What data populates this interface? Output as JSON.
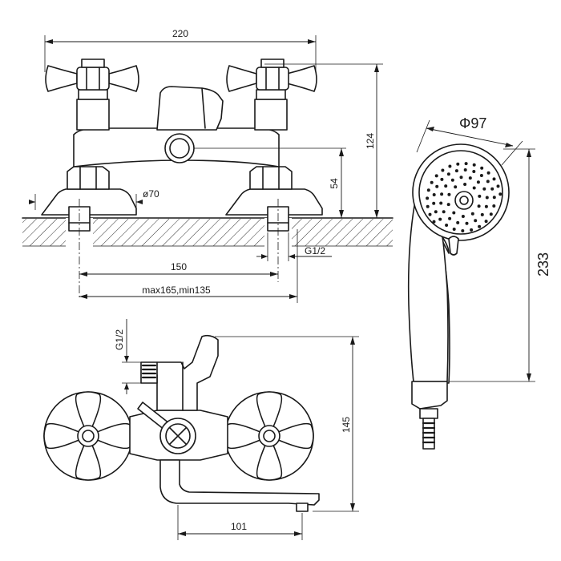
{
  "dimensions": {
    "top_width": "220",
    "top_height": "124",
    "outlet_height": "54",
    "flange_diameter": "ø70",
    "center_distance": "150",
    "adjust_range": "max165,min135",
    "thread_top": "G1/2",
    "thread_front": "G1/2",
    "front_height": "145",
    "spout_length": "101",
    "head_diameter": "Φ97",
    "hand_shower_length": "233"
  }
}
